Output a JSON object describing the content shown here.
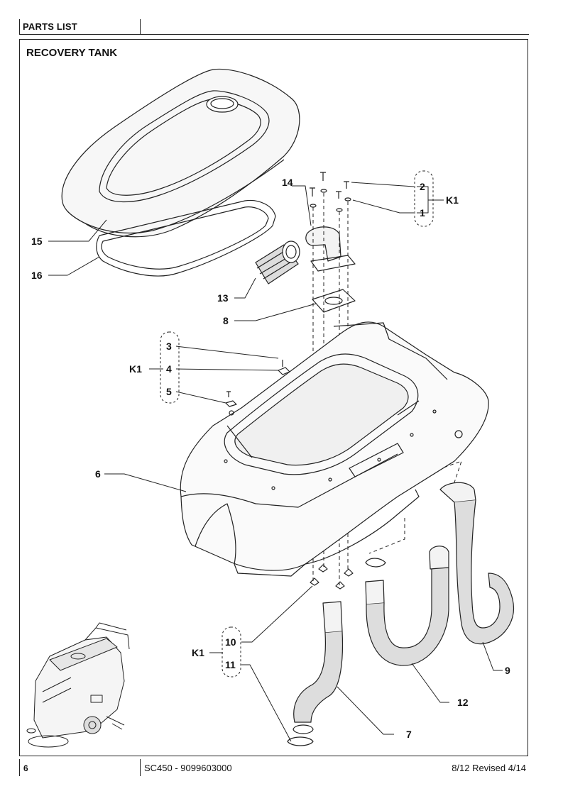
{
  "header": {
    "section_label": "PARTS LIST"
  },
  "page_title": "RECOVERY TANK",
  "callouts": {
    "c1": "1",
    "c2": "2",
    "c3": "3",
    "c4": "4",
    "c5": "5",
    "c6": "6",
    "c7": "7",
    "c8": "8",
    "c9": "9",
    "c10": "10",
    "c11": "11",
    "c12": "12",
    "c13": "13",
    "c14": "14",
    "c15": "15",
    "c16": "16",
    "kit_top": "K1",
    "kit_mid": "K1",
    "kit_bottom": "K1"
  },
  "footer": {
    "page_number": "6",
    "model": "SC450 - 9099603000",
    "revision": "8/12 Revised 4/14"
  }
}
